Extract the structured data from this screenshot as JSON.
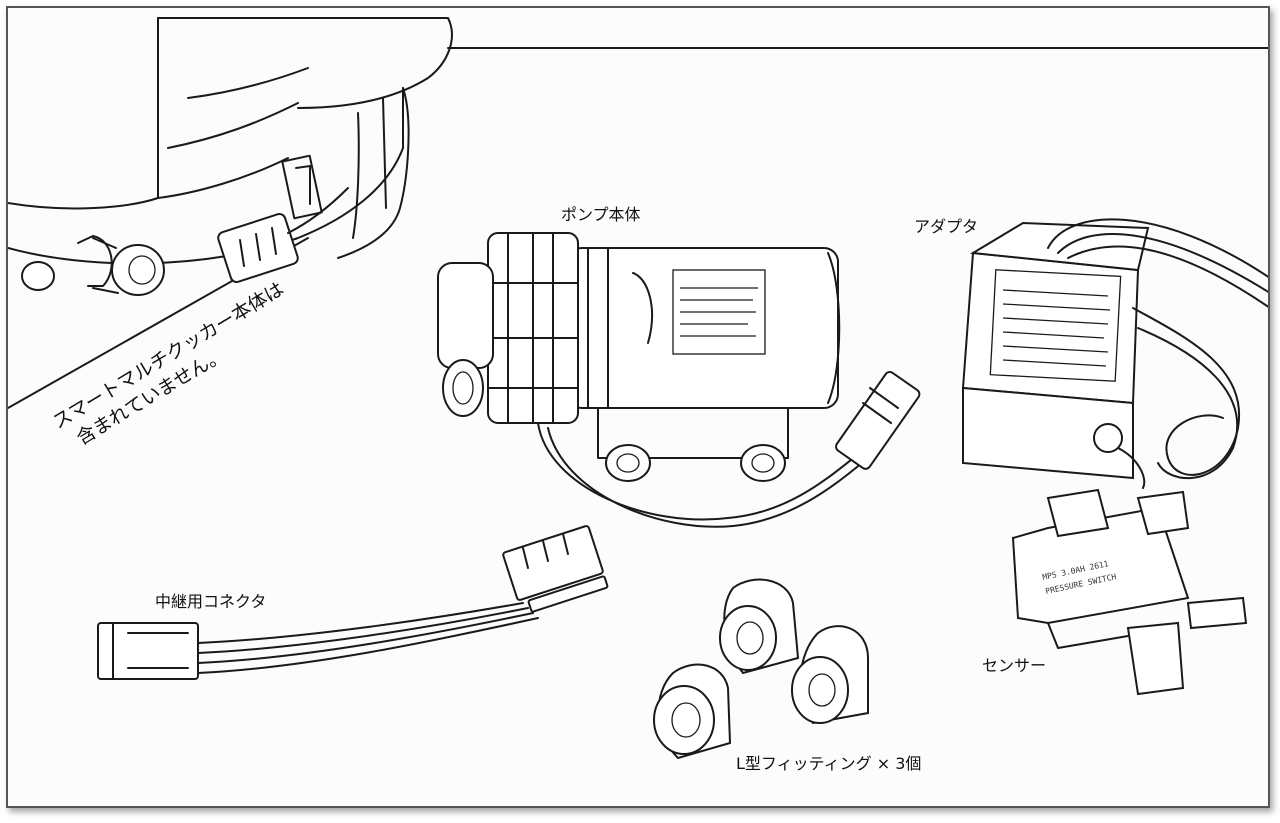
{
  "labels": {
    "pump": "ポンプ本体",
    "adapter": "アダプタ",
    "relay_connector": "中継用コネクタ",
    "sensor": "センサー",
    "fittings": "L型フィッティング × 3個"
  },
  "note": {
    "line1": "スマートマルチクッカー本体は",
    "line2": "含まれていません。"
  },
  "sensor_plate": {
    "line1": "MPS 3.0AH 2611",
    "line2": "PRESSURE SWITCH"
  }
}
